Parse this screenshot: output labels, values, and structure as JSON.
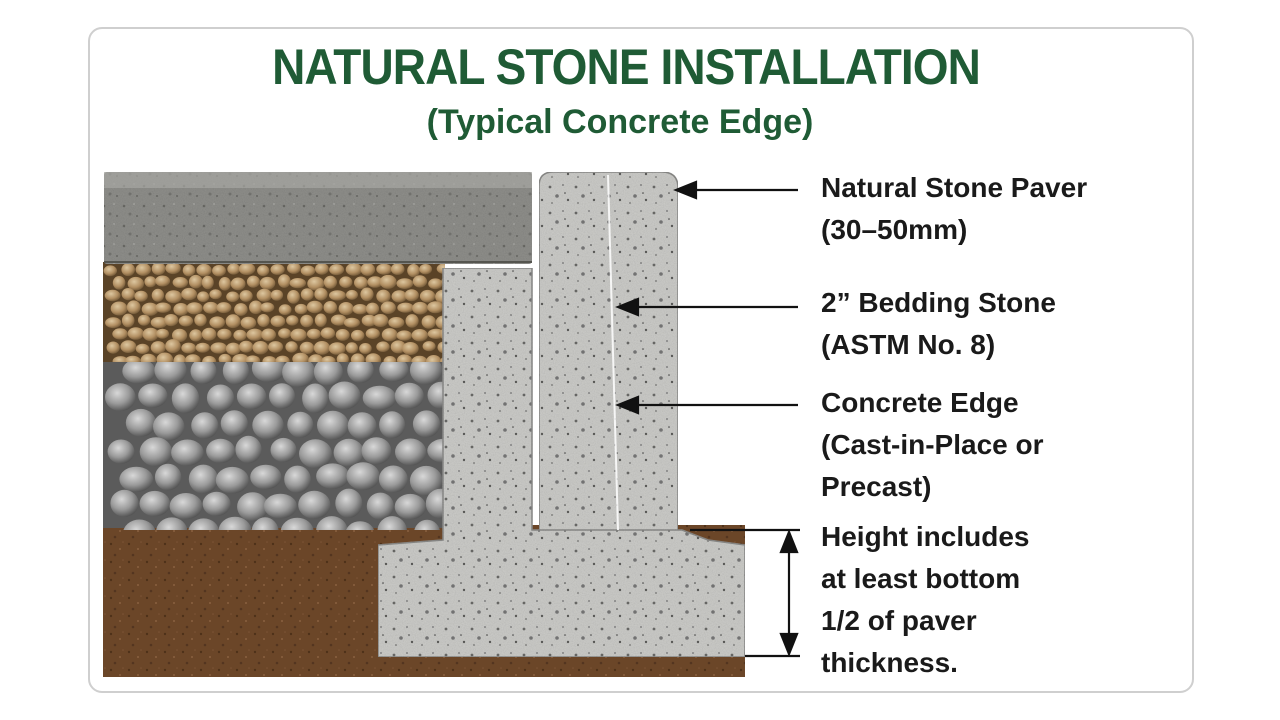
{
  "diagram": {
    "title": "NATURAL STONE INSTALLATION",
    "subtitle": "(Typical Concrete Edge)",
    "labels": {
      "paver": [
        "Natural Stone Paver",
        "(30–50mm)"
      ],
      "bedding": [
        "2” Bedding Stone",
        "(ASTM No. 8)"
      ],
      "edge": [
        "Concrete Edge",
        "(Cast-in-Place or",
        "Precast)"
      ],
      "height": [
        "Height includes",
        "at least bottom",
        "1/2 of paver",
        "thickness."
      ]
    },
    "colors": {
      "title_green": "#1f5b35",
      "paver_gray": "#8a8a86",
      "bedding_tan": "#b89a6e",
      "aggregate_gray": "#9c9c9c",
      "soil_brown": "#6e4a2c",
      "concrete_light": "#c9c9c6"
    }
  }
}
